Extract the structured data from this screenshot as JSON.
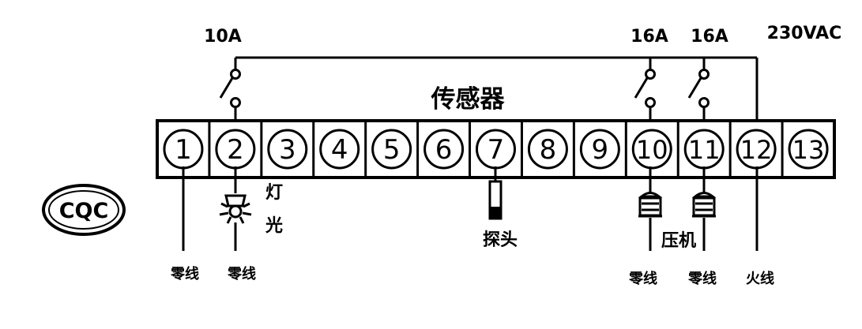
{
  "ratings": {
    "light_relay": "10A",
    "comp_relay_a": "16A",
    "comp_relay_b": "16A",
    "supply": "230VAC"
  },
  "sensor_title": "传感器",
  "terminals": [
    "1",
    "2",
    "3",
    "4",
    "5",
    "6",
    "7",
    "8",
    "9",
    "10",
    "11",
    "12",
    "13"
  ],
  "labels": {
    "light_1": "灯",
    "light_2": "光",
    "probe": "探头",
    "compressor": "压机",
    "neutral_1": "零线",
    "neutral_2": "零线",
    "neutral_3": "零线",
    "neutral_4": "零线",
    "live": "火线"
  },
  "logo": {
    "text": "CQC"
  }
}
